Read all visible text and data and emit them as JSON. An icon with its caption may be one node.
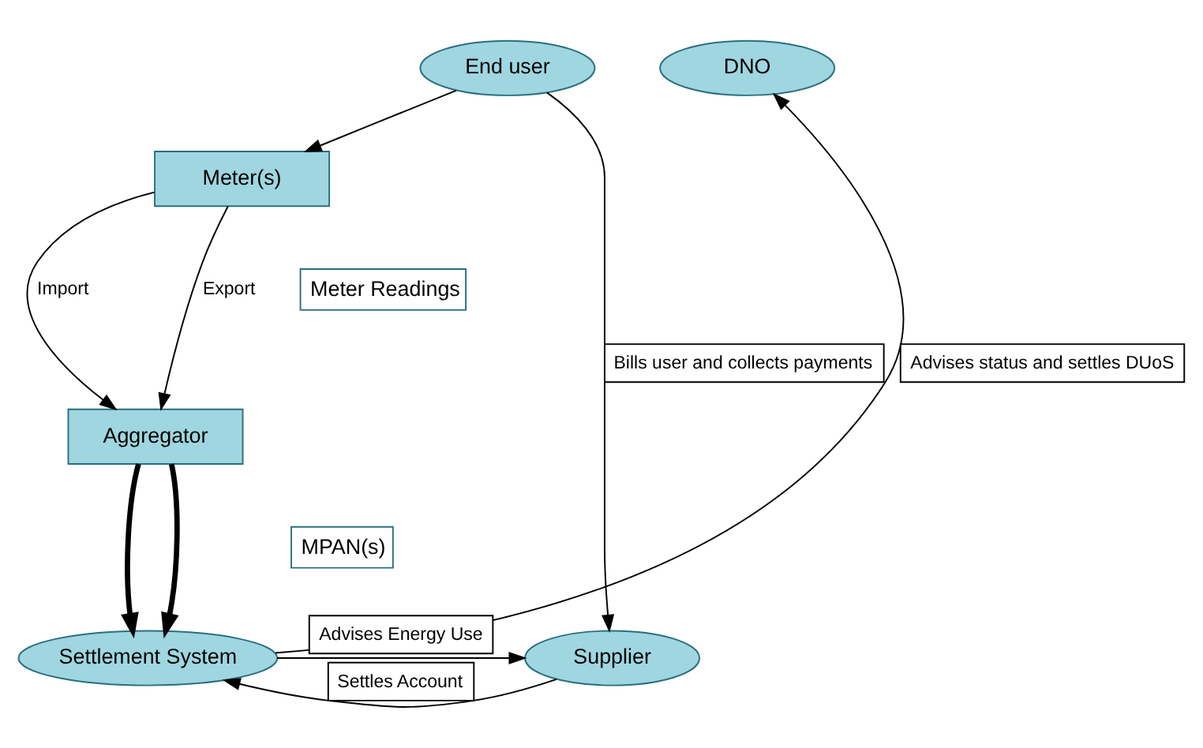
{
  "diagram": {
    "nodes": [
      {
        "text": [
          "End user"
        ]
      },
      {
        "text": [
          "DNO"
        ]
      },
      {
        "text": [
          "Meter(s)"
        ]
      },
      {
        "text": [
          "Aggregator"
        ]
      },
      {
        "text": [
          "Settlement System"
        ]
      },
      {
        "text": [
          "Supplier"
        ]
      }
    ],
    "edges": [
      {
        "from": 0,
        "to": 2,
        "arrow": "to"
      },
      {
        "from": 2,
        "to": 3,
        "arrow": "to",
        "label": "Import"
      },
      {
        "from": 2,
        "to": 3,
        "arrow": "to",
        "label": "Export"
      },
      {
        "from": 3,
        "to": 4,
        "arrow": "to",
        "style": "thick"
      },
      {
        "from": 3,
        "to": 4,
        "arrow": "to",
        "style": "thick"
      },
      {
        "from": 4,
        "to": 1,
        "arrow": "to",
        "label": "Advises status and settles DUoS"
      },
      {
        "from": 0,
        "to": 5,
        "arrow": "to",
        "label": "Bills user and collects payments"
      },
      {
        "from": 4,
        "to": 5,
        "arrow": "to",
        "label": "Advises Energy Use"
      },
      {
        "from": 5,
        "to": 4,
        "arrow": "to",
        "label": "Settles Account"
      }
    ],
    "labels": [
      "Meter Readings",
      "MPAN(s)"
    ]
  }
}
